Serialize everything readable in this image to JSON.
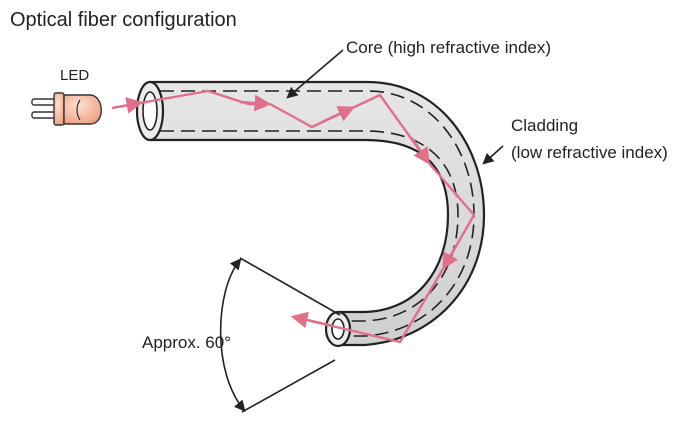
{
  "title": "Optical fiber configuration",
  "labels": {
    "led": "LED",
    "core": "Core (high refractive index)",
    "cladding_line1": "Cladding",
    "cladding_line2": "(low refractive index)",
    "angle": "Approx. 60°"
  },
  "colors": {
    "fiber_fill": "#d9d9d9",
    "outline": "#222222",
    "light_ray": "#e0708a",
    "led_body": "#f2b49a"
  }
}
